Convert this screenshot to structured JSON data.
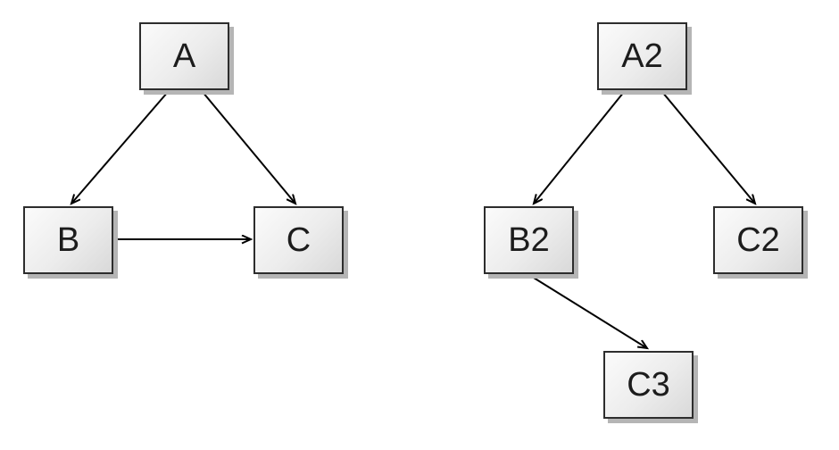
{
  "diagram": {
    "background_color": "#ffffff",
    "node_style": {
      "fill_gradient_start": "#fbfbfb",
      "fill_gradient_end": "#d9d9d9",
      "border_color": "#2d2d2d",
      "shadow_color": "#b5b5b5",
      "text_color": "#1c1c1c"
    },
    "edge_style": {
      "line_color": "#000000",
      "arrowhead": "open-v"
    },
    "graphs": [
      {
        "name": "left-graph",
        "nodes": [
          {
            "id": "A",
            "label": "A"
          },
          {
            "id": "B",
            "label": "B"
          },
          {
            "id": "C",
            "label": "C"
          }
        ],
        "edges": [
          {
            "from": "A",
            "to": "B"
          },
          {
            "from": "A",
            "to": "C"
          },
          {
            "from": "B",
            "to": "C"
          }
        ]
      },
      {
        "name": "right-graph",
        "nodes": [
          {
            "id": "A2",
            "label": "A2"
          },
          {
            "id": "B2",
            "label": "B2"
          },
          {
            "id": "C2",
            "label": "C2"
          },
          {
            "id": "C3",
            "label": "C3"
          }
        ],
        "edges": [
          {
            "from": "A2",
            "to": "B2"
          },
          {
            "from": "A2",
            "to": "C2"
          },
          {
            "from": "B2",
            "to": "C3"
          }
        ]
      }
    ]
  }
}
